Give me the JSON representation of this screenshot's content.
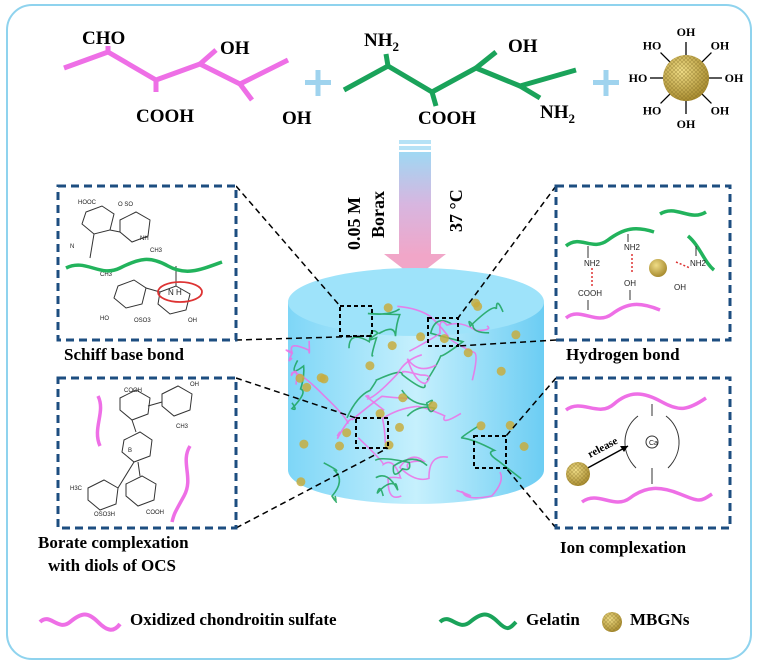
{
  "reactants": {
    "ocs_groups": [
      "CHO",
      "COOH",
      "OH",
      "OH"
    ],
    "gelatin_groups": [
      "NH2",
      "COOH",
      "OH",
      "NH2"
    ],
    "mbgn_group": "HO",
    "mbgn_group_alt": "OH"
  },
  "conditions": {
    "concentration": "0.05 M",
    "reagent": "Borax",
    "temperature": "37 °C"
  },
  "panels": {
    "schiff_base": "Schiff base bond",
    "hydrogen": "Hydrogen bond",
    "borate_line1": "Borate complexation",
    "borate_line2": "with diols of OCS",
    "ion": "Ion complexation",
    "release": "release"
  },
  "legend": {
    "ocs": "Oxidized chondroitin sulfate",
    "gelatin": "Gelatin",
    "mbgn": "MBGNs"
  },
  "colors": {
    "ocs": "#ee6fe6",
    "gelatin": "#1aa35a",
    "mbgn": "#c7ad40",
    "panel_border": "#1d4e80",
    "frame": "#8fd3ee",
    "arrow": "#e7a7c6"
  }
}
